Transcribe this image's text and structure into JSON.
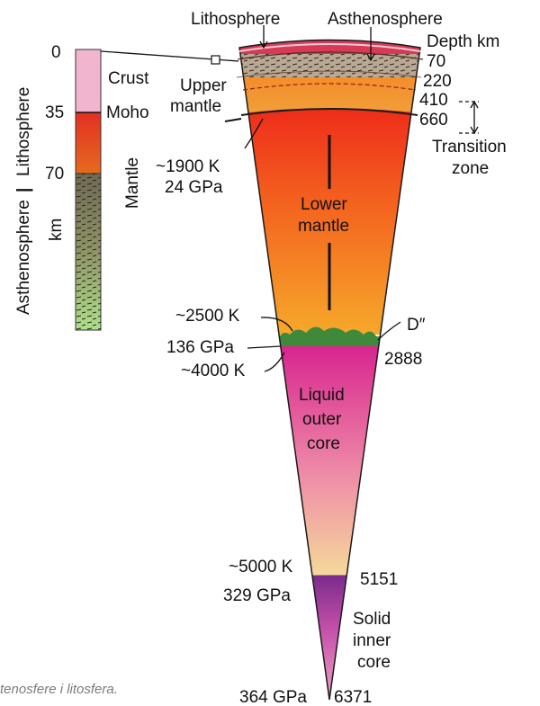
{
  "diagram": {
    "top_labels": {
      "lithosphere": "Lithosphere",
      "asthenosphere": "Asthenosphere",
      "depth_km": "Depth km"
    },
    "depths": [
      "70",
      "220",
      "410",
      "660",
      "2888",
      "5151",
      "6371"
    ],
    "column": {
      "ticks": [
        "0",
        "35",
        "70"
      ],
      "crust": "Crust",
      "moho": "Moho",
      "mantle": "Mantle",
      "side_asthenosphere": "Asthenosphere",
      "side_lithosphere": "Lithosphere",
      "side_sep": "|",
      "km": "km"
    },
    "regions": {
      "upper_mantle": [
        "Upper",
        "mantle"
      ],
      "lower_mantle": [
        "Lower",
        "mantle"
      ],
      "outer_core": [
        "Liquid",
        "outer",
        "core"
      ],
      "inner_core": [
        "Solid",
        "inner",
        "core"
      ],
      "transition_zone": [
        "Transition",
        "zone"
      ],
      "d_double_prime": "D″"
    },
    "conditions": {
      "t_660": "~1900 K",
      "p_660": "24 GPa",
      "t_d": "~2500 K",
      "p_cmb": "136 GPa",
      "t_cmb": "~4000 K",
      "t_icb": "~5000 K",
      "p_icb": "329 GPa",
      "p_center": "364 GPa"
    },
    "colors": {
      "crust": "#f2b5cf",
      "lithosphere_band": "#d63a55",
      "upper_mantle": "#f29a2e",
      "lower_mantle_top": "#ee2c1a",
      "lower_mantle_bottom": "#f6a82a",
      "d_layer": "#3e8a3a",
      "outer_core_top": "#d8258e",
      "outer_core_bottom": "#f5d99a",
      "inner_core": "#8e2a8c"
    }
  },
  "caption": "tenosfere i litosfera."
}
